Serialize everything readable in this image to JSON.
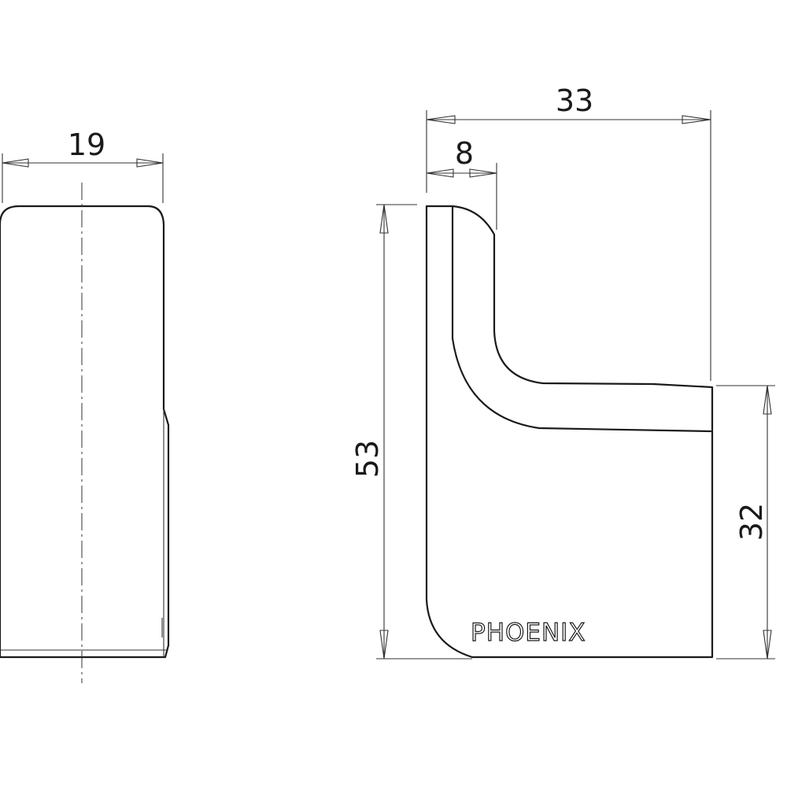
{
  "dimensions": {
    "front_width": "19",
    "side_depth_total": "33",
    "side_top_thickness": "8",
    "side_height_total": "53",
    "side_arm_height": "32"
  },
  "brand": {
    "label": "PHOENIX"
  },
  "colors": {
    "line": "#1a1a1a",
    "background": "#ffffff"
  }
}
